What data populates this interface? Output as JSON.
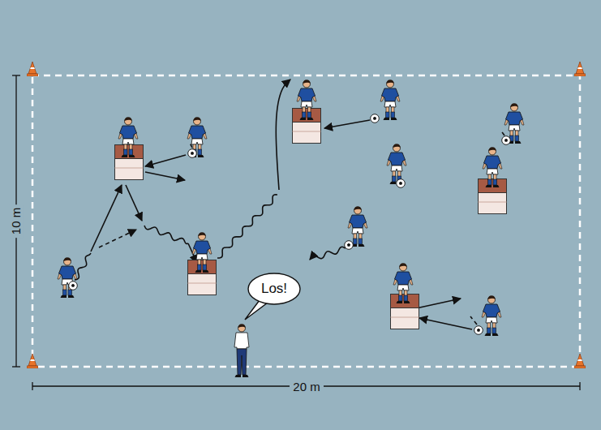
{
  "diagram": {
    "nodes": [
      {
        "text": [
          "Los!"
        ]
      }
    ],
    "labels": [
      "10 m",
      "20 m"
    ]
  }
}
